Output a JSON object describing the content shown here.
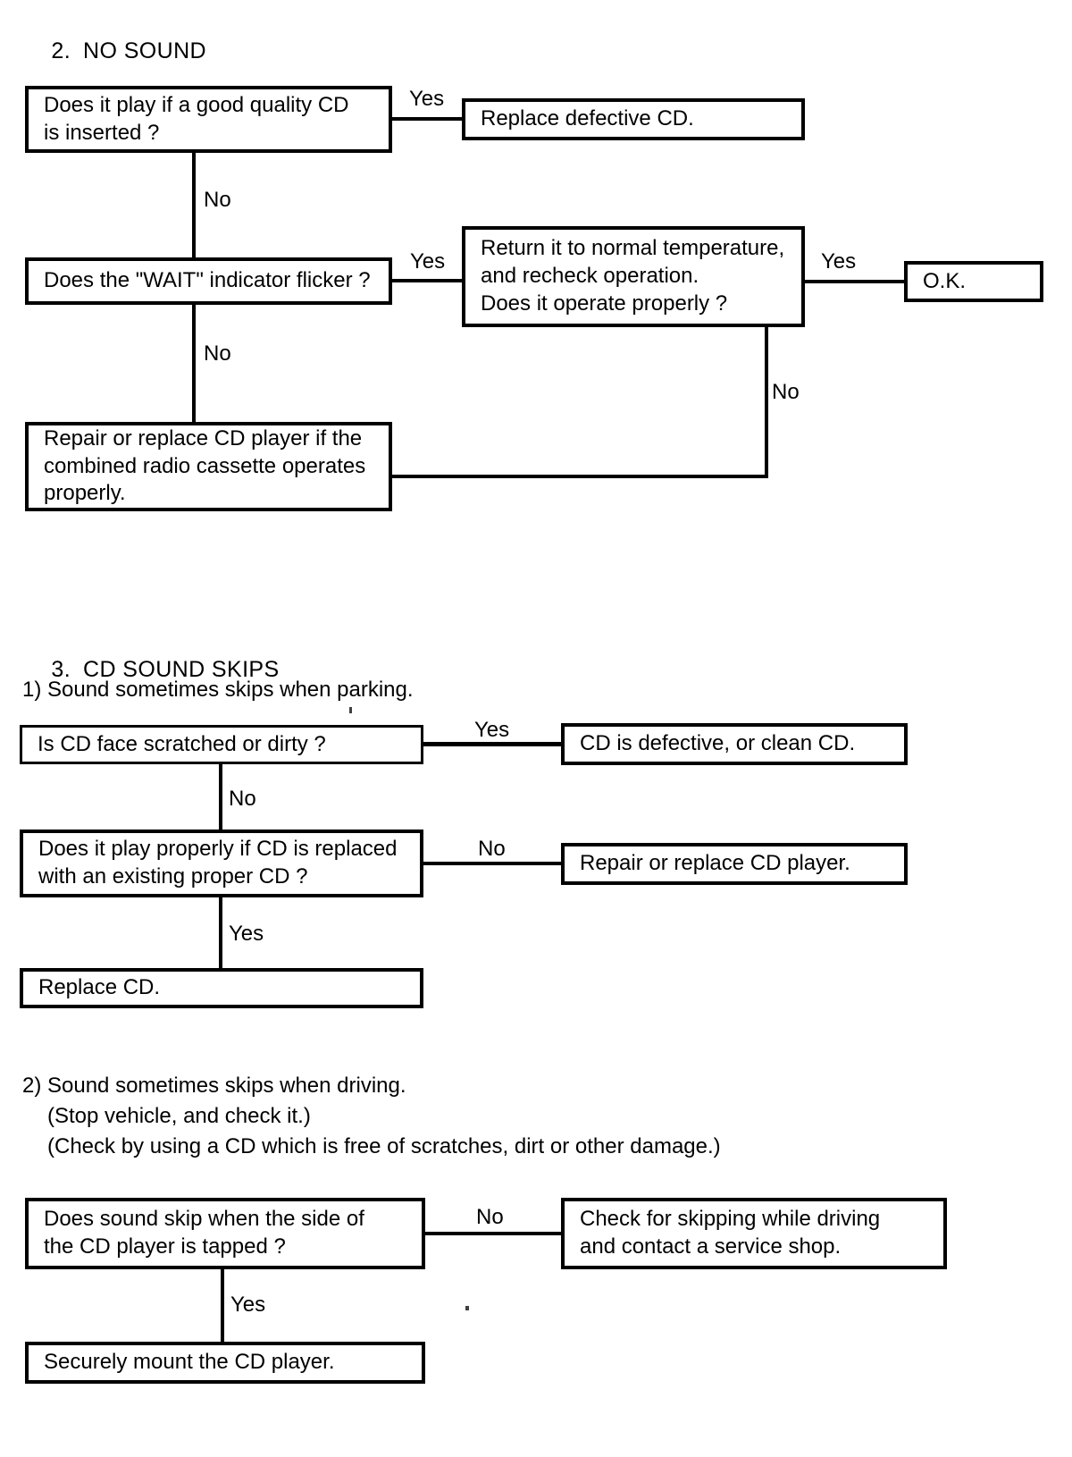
{
  "document": {
    "sections": [
      {
        "number": "2.",
        "title": "NO SOUND"
      },
      {
        "number": "3.",
        "title": "CD SOUND SKIPS"
      }
    ],
    "subheadings": {
      "skips_parking": "1) Sound sometimes skips when parking.",
      "skips_driving": "2) Sound sometimes skips when driving.",
      "skips_driving_note1": "(Stop vehicle, and check it.)",
      "skips_driving_note2": "(Check by using a CD which is free of scratches, dirt or other damage.)"
    }
  },
  "flow_no_sound": {
    "boxes": {
      "q_good_cd": "Does it play if a good quality CD\nis inserted ?",
      "a_replace_defective_cd": "Replace defective CD.",
      "q_wait_flicker": "Does the \"WAIT\" indicator flicker ?",
      "q_return_normal_temp": "Return it to normal temperature,\nand recheck operation.\nDoes it operate properly ?",
      "a_ok": "O.K.",
      "a_repair_or_replace_combined": "Repair or replace CD player if the\ncombined radio cassette operates\nproperly."
    },
    "labels": {
      "good_cd_yes": "Yes",
      "good_cd_no": "No",
      "wait_yes": "Yes",
      "wait_no": "No",
      "temp_yes": "Yes",
      "temp_no": "No"
    }
  },
  "flow_skips_parking": {
    "boxes": {
      "q_cd_scratched": "Is CD face scratched or dirty ?",
      "a_cd_defective": "CD is defective, or clean CD.",
      "q_play_replaced": "Does it play properly if CD is replaced\nwith an existing proper CD ?",
      "a_repair_replace_player": "Repair or replace CD player.",
      "a_replace_cd": "Replace CD."
    },
    "labels": {
      "scratched_yes": "Yes",
      "scratched_no": "No",
      "replaced_no": "No",
      "replaced_yes": "Yes"
    }
  },
  "flow_skips_driving": {
    "boxes": {
      "q_tap_side": "Does sound skip when the side of\nthe CD player is tapped ?",
      "a_check_service_shop": "Check for skipping while driving\nand contact a service shop.",
      "a_securely_mount": "Securely mount the CD player."
    },
    "labels": {
      "tap_no": "No",
      "tap_yes": "Yes"
    }
  },
  "colors": {
    "ink": "#000000",
    "paper": "#ffffff"
  }
}
